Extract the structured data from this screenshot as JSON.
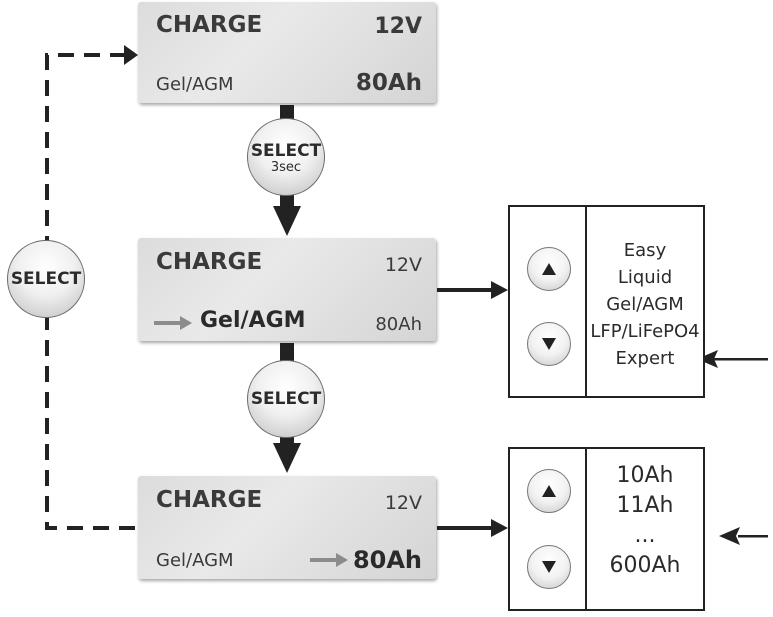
{
  "screens": [
    {
      "title": "CHARGE",
      "voltage": "12V",
      "mode": "Gel/AGM",
      "capacity": "80Ah"
    },
    {
      "title": "CHARGE",
      "voltage": "12V",
      "mode": "Gel/AGM",
      "capacity": "80Ah"
    },
    {
      "title": "CHARGE",
      "voltage": "12V",
      "mode": "Gel/AGM",
      "capacity": "80Ah"
    }
  ],
  "buttons": {
    "select_hold": {
      "label": "SELECT",
      "sub": "3sec"
    },
    "select_mid": {
      "label": "SELECT"
    },
    "select_loop": {
      "label": "SELECT"
    }
  },
  "mode_options": [
    "Easy",
    "Liquid",
    "Gel/AGM",
    "LFP/LiFePO4",
    "Expert"
  ],
  "capacity_options": [
    "10Ah",
    "11Ah",
    "...",
    "600Ah"
  ],
  "icons": {
    "up": "up-arrow-icon",
    "down": "down-arrow-icon"
  },
  "colors": {
    "line": "#222222",
    "lcd": "#e2e2e2",
    "pointer": "#8c8c8c"
  }
}
